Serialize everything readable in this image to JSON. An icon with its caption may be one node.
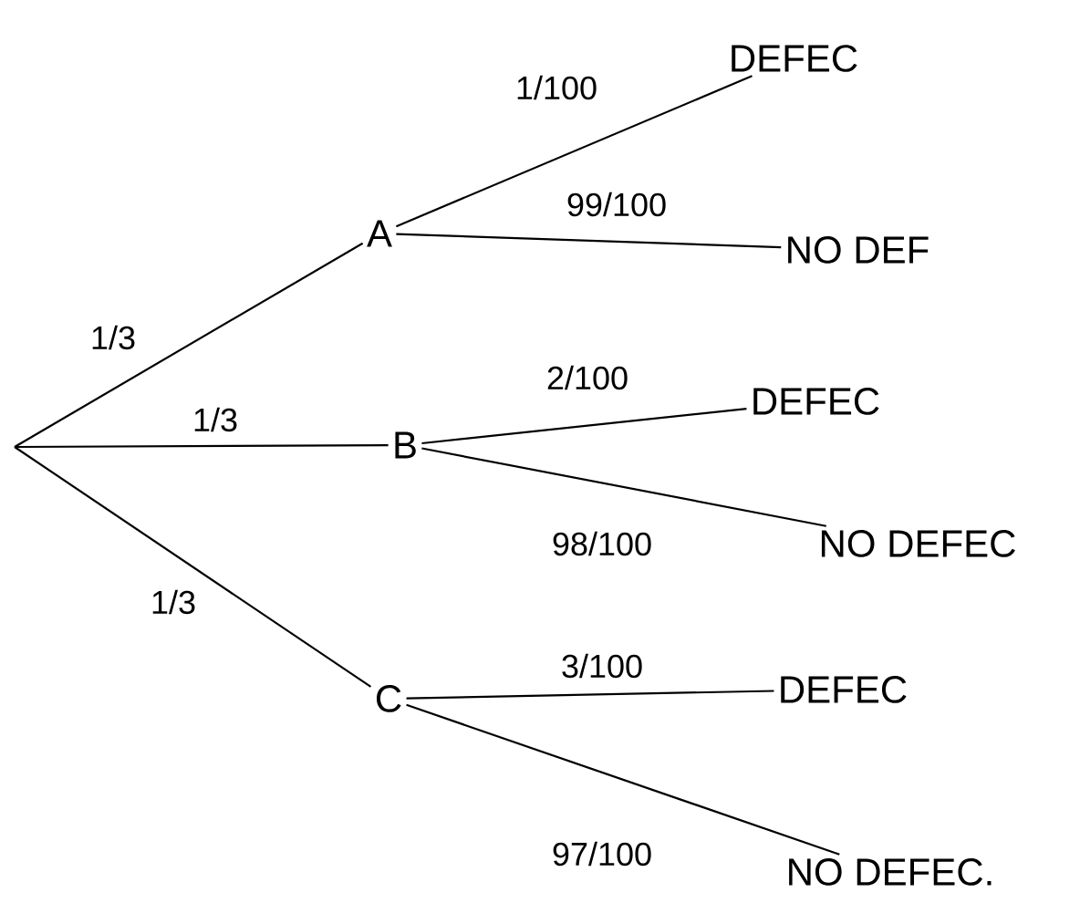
{
  "diagram": {
    "nodes": [
      {
        "text": [
          "A"
        ]
      },
      {
        "text": [
          "B"
        ]
      },
      {
        "text": [
          "C"
        ]
      },
      {
        "text": [
          "DEFEC"
        ]
      },
      {
        "text": [
          "NO DEF"
        ]
      },
      {
        "text": [
          "DEFEC"
        ]
      },
      {
        "text": [
          "NO DEFEC"
        ]
      },
      {
        "text": [
          "DEFEC"
        ]
      },
      {
        "text": [
          "NO DEFEC."
        ]
      }
    ],
    "edges": [
      {
        "from": null,
        "to": 0,
        "arrow": "none",
        "label": "1/3"
      },
      {
        "from": null,
        "to": 1,
        "arrow": "none",
        "label": "1/3"
      },
      {
        "from": null,
        "to": 2,
        "arrow": "none",
        "label": "1/3"
      },
      {
        "from": 0,
        "to": 3,
        "arrow": "none",
        "label": "1/100"
      },
      {
        "from": 0,
        "to": 4,
        "arrow": "none",
        "label": "99/100"
      },
      {
        "from": 1,
        "to": 5,
        "arrow": "none",
        "label": "2/100"
      },
      {
        "from": 1,
        "to": 6,
        "arrow": "none",
        "label": "98/100"
      },
      {
        "from": 2,
        "to": 7,
        "arrow": "none",
        "label": "3/100"
      },
      {
        "from": 2,
        "to": 8,
        "arrow": "none",
        "label": "97/100"
      }
    ]
  }
}
